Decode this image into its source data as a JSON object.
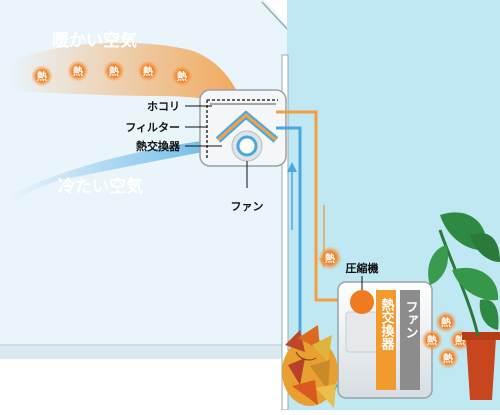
{
  "labels": {
    "warm_air": "暖かい空気",
    "cool_air": "冷たい空気",
    "dust": "ホコリ",
    "filter": "フィルター",
    "heat_exchanger": "熱交換器",
    "fan": "ファン",
    "compressor": "圧縮機",
    "outdoor_heat_exchanger": "熱交換器",
    "outdoor_fan": "ファン"
  },
  "heat_marks": [
    "熱",
    "熱",
    "熱",
    "熱",
    "熱",
    "熱",
    "熱",
    "熱",
    "熱",
    "熱"
  ],
  "colors": {
    "indoor_wall": "#eaf4fb",
    "outdoor_sky": "#bfe8f3",
    "warm_stream": "#f3a04a",
    "cool_stream": "#7cc6e8",
    "pipe_orange": "#f0a040",
    "pipe_blue": "#4aa8e0",
    "heat_orb": "#f07a1e",
    "exchanger_orange": "#f39a2e",
    "fan_gray": "#8c8c8c"
  }
}
